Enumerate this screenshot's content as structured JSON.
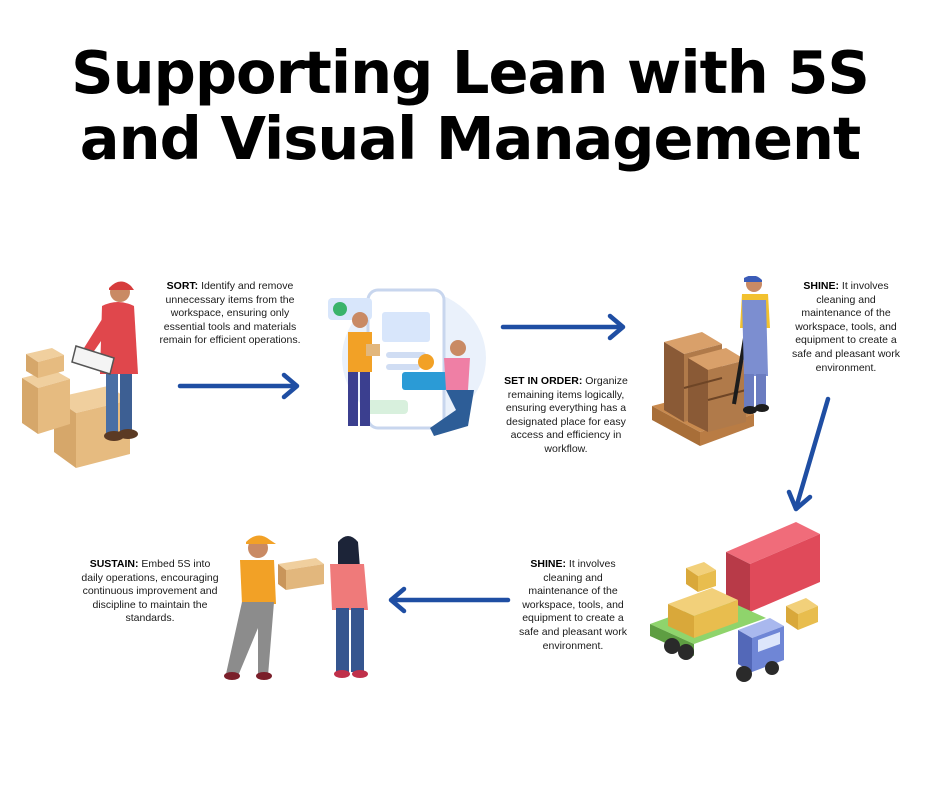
{
  "title": {
    "line1": "Supporting Lean with 5S",
    "line2": "and Visual Management"
  },
  "steps": [
    {
      "label": "SORT:",
      "text": " Identify and remove unnecessary items from the workspace, ensuring only essential tools and materials remain for efficient operations."
    },
    {
      "label": "SET IN ORDER:",
      "text": " Organize remaining items logically, ensuring everything has a designated place for easy access and efficiency in workflow."
    },
    {
      "label": "SHINE:",
      "text": " It involves cleaning and maintenance of the workspace, tools, and equipment to create a safe and pleasant work environment."
    },
    {
      "label": "SHINE:",
      "text": " It involves cleaning and maintenance of the workspace, tools, and equipment to create a safe and pleasant work environment."
    },
    {
      "label": "SUSTAIN:",
      "text": " Embed 5S into daily operations, encouraging continuous improvement and discipline to maintain the standards."
    }
  ],
  "colors": {
    "arrow": "#1f4ea3",
    "box": "#e2b77d",
    "box_dark": "#c9955a",
    "shirt_red": "#e0474c",
    "cap_orange": "#f2a126",
    "denim": "#4a6fa5",
    "container_red": "#e04a5a",
    "truck_green": "#7cc25a",
    "truck_blue": "#6f86d6"
  },
  "icons": [
    "arrow-right-icon",
    "arrow-down-icon",
    "arrow-left-icon"
  ]
}
